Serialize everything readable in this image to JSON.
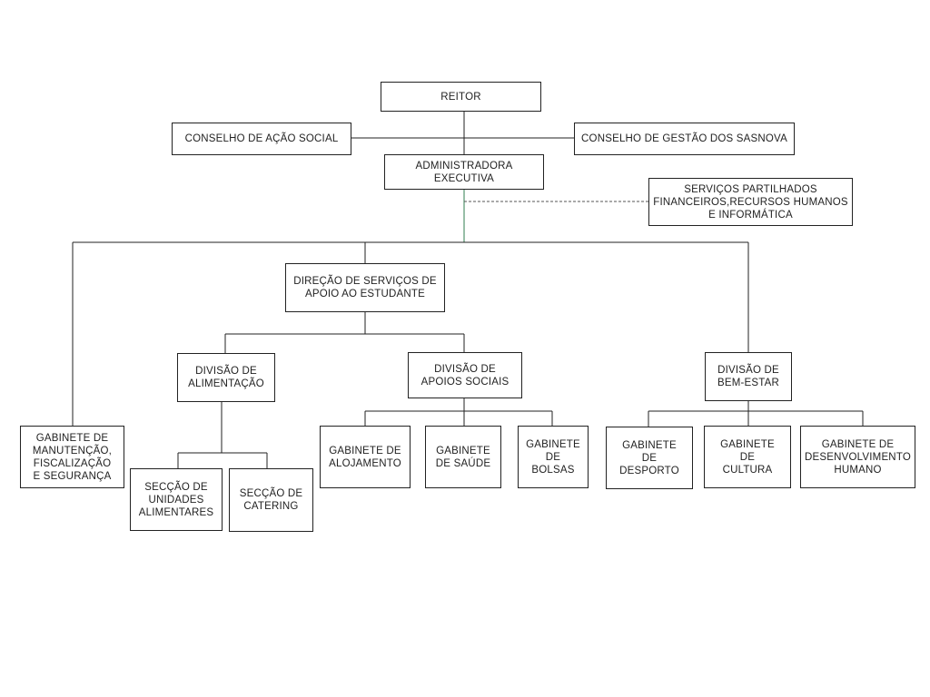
{
  "org": {
    "reitor": "REITOR",
    "conselho_acao_social": "CONSELHO DE AÇÃO SOCIAL",
    "conselho_gestao": "CONSELHO DE GESTÃO DOS SASNOVA",
    "administradora": "ADMINISTRADORA\nEXECUTIVA",
    "servicos_partilhados": "SERVIÇOS PARTILHADOS\nFINANCEIROS,RECURSOS HUMANOS\nE INFORMÁTICA",
    "direcao": "DIREÇÃO DE SERVIÇOS DE\nAPOIO AO ESTUDANTE",
    "div_alimentacao": "DIVISÃO DE\nALIMENTAÇÃO",
    "div_apoios": "DIVISÃO DE\nAPOIOS SOCIAIS",
    "div_bem_estar": "DIVISÃO DE\nBEM-ESTAR",
    "gab_manutencao": "GABINETE DE\nMANUTENÇÃO,\nFISCALIZAÇÃO\nE SEGURANÇA",
    "seccao_unidades": "SECÇÃO DE\nUNIDADES\nALIMENTARES",
    "seccao_catering": "SECÇÃO DE\nCATERING",
    "gab_alojamento": "GABINETE DE\nALOJAMENTO",
    "gab_saude": "GABINETE\nDE SAÚDE",
    "gab_bolsas": "GABINETE\nDE\nBOLSAS",
    "gab_desporto": "GABINETE\nDE\nDESPORTO",
    "gab_cultura": "GABINETE\nDE\nCULTURA",
    "gab_desenvolvimento": "GABINETE DE\nDESENVOLVIMENTO\nHUMANO"
  }
}
